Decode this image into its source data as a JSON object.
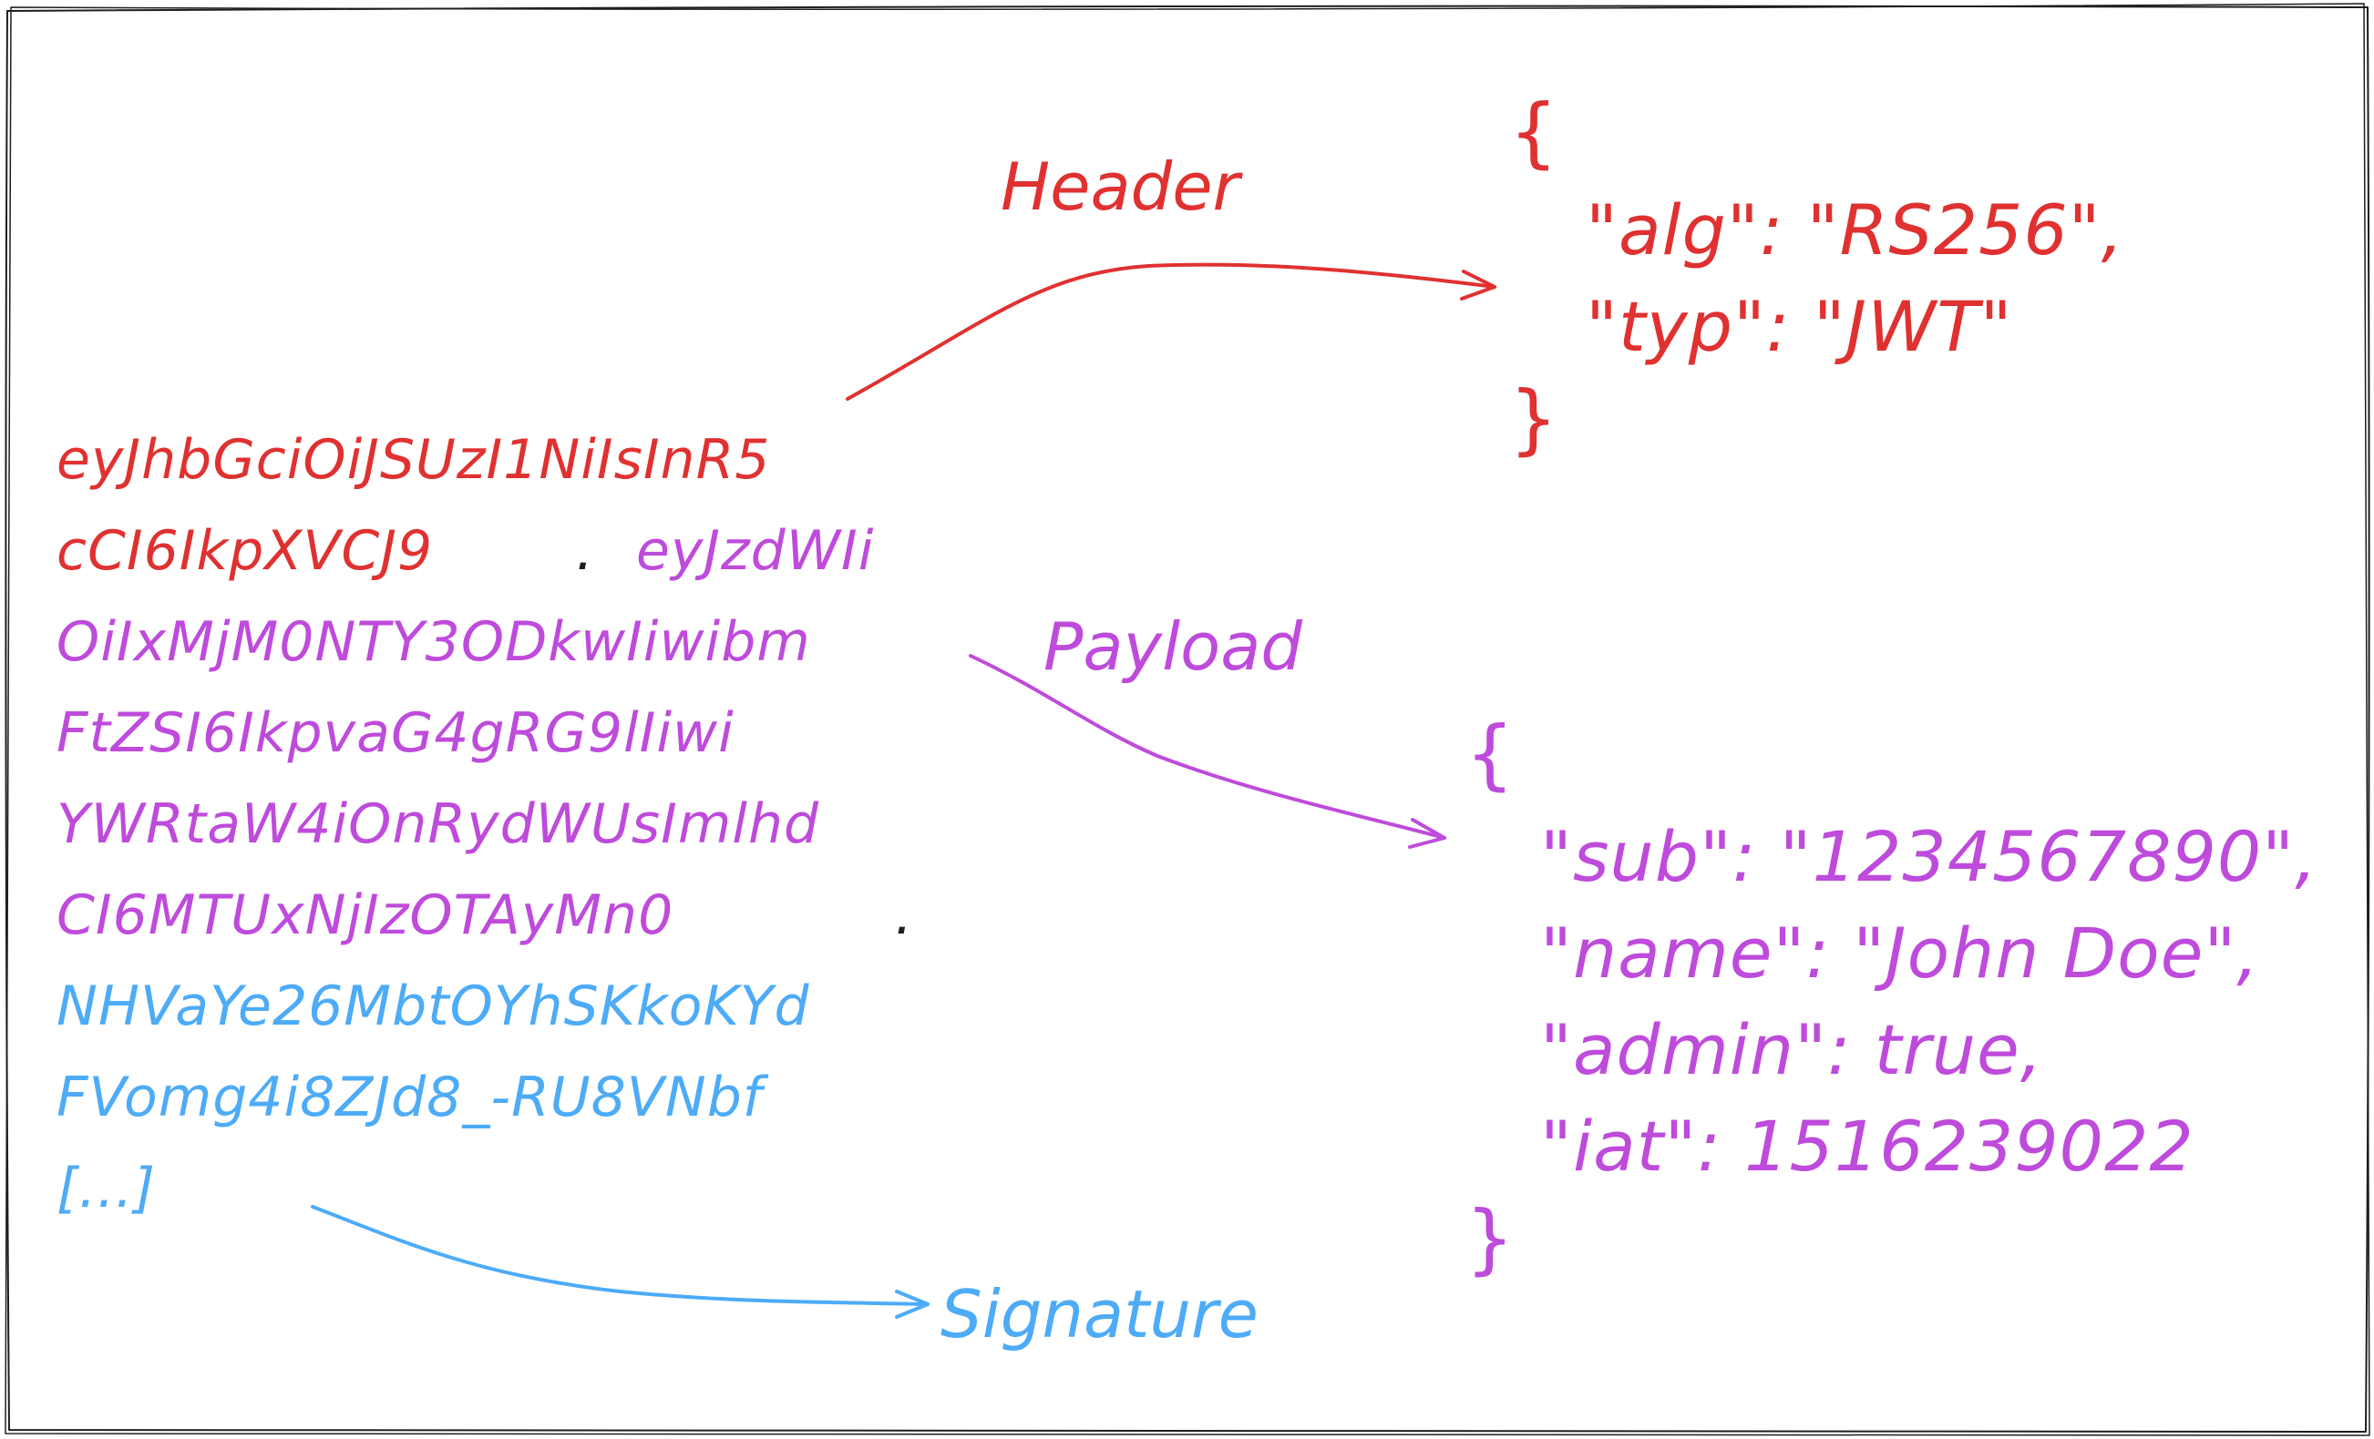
{
  "token": {
    "header_lines": [
      "eyJhbGciOiJSUzI1NiIsInR5",
      "cCI6IkpXVCJ9"
    ],
    "separator_1": ".",
    "payload_line_start": "eyJzdWIi",
    "payload_lines": [
      "OiIxMjM0NTY3ODkwIiwibm",
      "FtZSI6IkpvaG4gRG9lIiwi",
      "YWRtaW4iOnRydWUsImlhd",
      "CI6MTUxNjIzOTAyMn0"
    ],
    "separator_2": ".",
    "signature_lines": [
      "NHVaYe26MbtOYhSKkoKYd",
      "FVomg4i8ZJd8_-RU8VNbf",
      "[...]"
    ]
  },
  "labels": {
    "header": "Header",
    "payload": "Payload",
    "signature": "Signature"
  },
  "header_json": {
    "open": "{",
    "lines": [
      "\"alg\": \"RS256\",",
      "\"typ\": \"JWT\""
    ],
    "close": "}"
  },
  "payload_json": {
    "open": "{",
    "lines": [
      "\"sub\": \"1234567890\",",
      "\"name\": \"John Doe\",",
      "\"admin\": true,",
      "\"iat\": 1516239022"
    ],
    "close": "}"
  },
  "colors": {
    "header": "#e03131",
    "payload": "#be4bdb",
    "signature": "#4dabf7",
    "separator": "#1e1e1e"
  }
}
